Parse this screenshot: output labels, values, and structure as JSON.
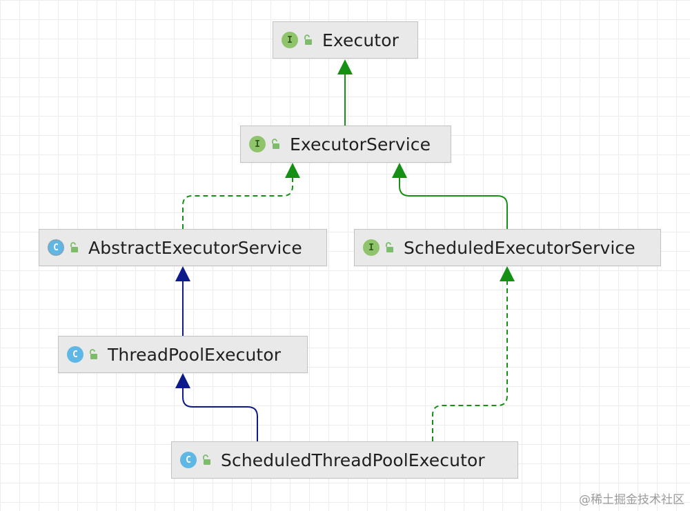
{
  "diagram": {
    "nodes": [
      {
        "id": "executor",
        "label": "Executor",
        "kind": "I"
      },
      {
        "id": "executor-service",
        "label": "ExecutorService",
        "kind": "I"
      },
      {
        "id": "abstract-executor-service",
        "label": "AbstractExecutorService",
        "kind": "C"
      },
      {
        "id": "scheduled-executor-service",
        "label": "ScheduledExecutorService",
        "kind": "I"
      },
      {
        "id": "thread-pool-executor",
        "label": "ThreadPoolExecutor",
        "kind": "C"
      },
      {
        "id": "scheduled-thread-pool-executor",
        "label": "ScheduledThreadPoolExecutor",
        "kind": "C"
      }
    ],
    "edges": [
      {
        "from": "executor-service",
        "to": "executor",
        "relation": "extends",
        "style": "solid",
        "color": "#159015"
      },
      {
        "from": "abstract-executor-service",
        "to": "executor-service",
        "relation": "implements",
        "style": "dashed",
        "color": "#159015"
      },
      {
        "from": "scheduled-executor-service",
        "to": "executor-service",
        "relation": "extends",
        "style": "solid",
        "color": "#159015"
      },
      {
        "from": "thread-pool-executor",
        "to": "abstract-executor-service",
        "relation": "extends",
        "style": "solid",
        "color": "#0c1a8a"
      },
      {
        "from": "scheduled-thread-pool-executor",
        "to": "thread-pool-executor",
        "relation": "extends",
        "style": "solid",
        "color": "#0c1a8a"
      },
      {
        "from": "scheduled-thread-pool-executor",
        "to": "scheduled-executor-service",
        "relation": "implements",
        "style": "dashed",
        "color": "#159015"
      }
    ]
  },
  "colors": {
    "interface_icon": "#8fc46d",
    "class_icon": "#5eb7e4",
    "node_background": "#e9e9e9",
    "implements_edge": "#159015",
    "class_extends_edge": "#0c1a8a"
  },
  "watermark": "@稀土掘金技术社区"
}
